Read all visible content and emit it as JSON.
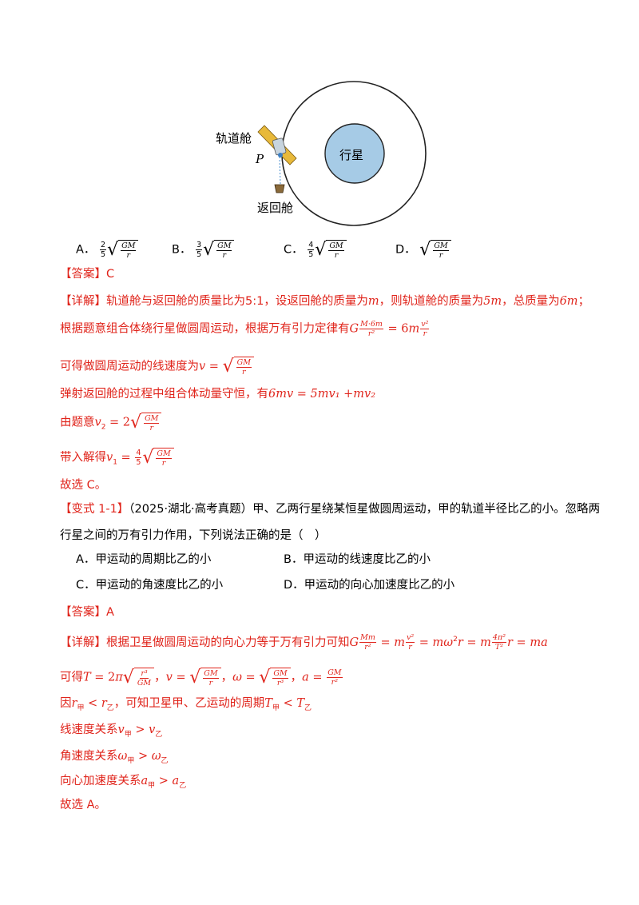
{
  "diagram": {
    "orbit_label": "轨道舱",
    "point_label": "P",
    "planet_label": "行星",
    "capsule_label": "返回舱"
  },
  "q1_options": {
    "a_label": "A．",
    "a_coef_num": "2",
    "a_coef_den": "5",
    "a_rad_num": "GM",
    "a_rad_den": "r",
    "b_label": "B．",
    "b_coef_num": "3",
    "b_coef_den": "5",
    "b_rad_num": "GM",
    "b_rad_den": "r",
    "c_label": "C．",
    "c_coef_num": "4",
    "c_coef_den": "5",
    "c_rad_num": "GM",
    "c_rad_den": "r",
    "d_label": "D．",
    "d_rad_num": "GM",
    "d_rad_den": "r"
  },
  "q1_answer": {
    "tag": "【答案】",
    "value": "C"
  },
  "q1_detail": {
    "tag": "【详解】",
    "line1": "轨道舱与返回舱的质量比为5:1，设返回舱的质量为",
    "line1_m": "m",
    "line1_b": "，则轨道舱的质量为",
    "line1_5m": "5m",
    "line1_c": "，总质量为",
    "line1_6m": "6m",
    "line1_end": "；",
    "line2": "根据题意组合体绕行星做圆周运动，根据万有引力定律有",
    "line3": "可得做圆周运动的线速度为",
    "line4": "弹射返回舱的过程中组合体动量守恒，有",
    "line4_eq": "6mv = 5mv₁ +mv₂",
    "line5": "由题意",
    "line6": "带入解得",
    "line7": "故选 C。"
  },
  "variant": {
    "tag": "【变式 1-1】",
    "source": "（2025·湖北·高考真题）",
    "stem1": "甲、乙两行星绕某恒星做圆周运动，甲的轨道半径比乙的小。忽略两",
    "stem2": "行星之间的万有引力作用，下列说法正确的是（　）",
    "opt_a": "A．甲运动的周期比乙的小",
    "opt_b": "B．甲运动的线速度比乙的小",
    "opt_c": "C．甲运动的角速度比乙的小",
    "opt_d": "D．甲运动的向心加速度比乙的小"
  },
  "v_answer": {
    "tag": "【答案】",
    "value": "A"
  },
  "v_detail": {
    "tag": "【详解】",
    "line1": "根据卫星做圆周运动的向心力等于万有引力可知",
    "line2": "可得",
    "line3a": "因",
    "line3b": "，可知卫星甲、乙运动的周期",
    "line4": "线速度关系",
    "line5": "角速度关系",
    "line6": "向心加速度关系",
    "line7": "故选 A。"
  },
  "colors": {
    "red": "#e0241b",
    "planet_fill": "#a6cbe6",
    "panel": "#e8b93a"
  }
}
